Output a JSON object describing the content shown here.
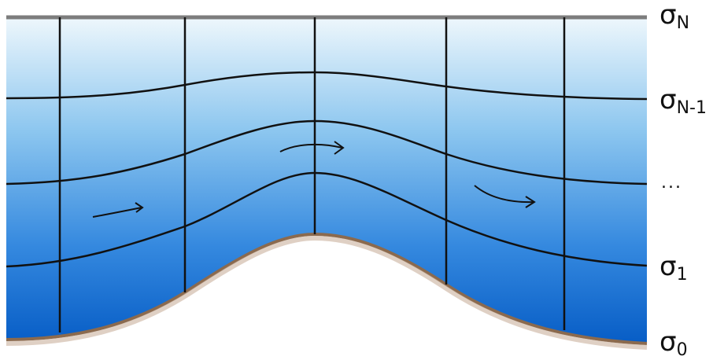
{
  "colors": {
    "water_top": "#e8f4fb",
    "water_bottom": "#0a63c9",
    "seabed": "#8b6a4e",
    "surface": "#7d7d7d",
    "lines": "#111111"
  },
  "labels": {
    "sigma_n": {
      "symbol": "σ",
      "sub": "N"
    },
    "sigma_n1": {
      "symbol": "σ",
      "sub": "N-1"
    },
    "ellipsis": "...",
    "sigma_1": {
      "symbol": "σ",
      "sub": "1"
    },
    "sigma_0": {
      "symbol": "σ",
      "sub": "0"
    }
  }
}
